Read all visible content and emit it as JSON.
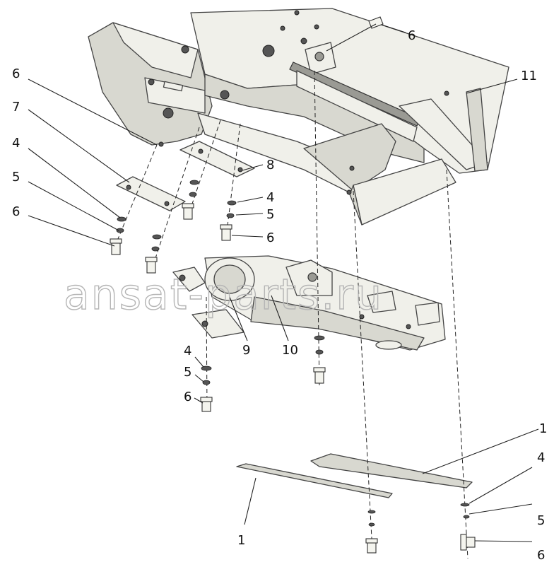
{
  "watermark": "ansat-parts.ru",
  "callouts": {
    "c6_top_right": "6",
    "c11": "11",
    "c6_left": "6",
    "c7": "7",
    "c4_left": "4",
    "c5_left": "5",
    "c6_left_bottom": "6",
    "c8": "8",
    "c4_mid": "4",
    "c5_mid": "5",
    "c6_mid": "6",
    "c9": "9",
    "c10": "10",
    "c4_low": "4",
    "c5_low": "5",
    "c6_low": "6",
    "c1_right": "1",
    "c1_left": "1",
    "c4_right": "4",
    "c5_right": "5",
    "c6_right": "6"
  }
}
